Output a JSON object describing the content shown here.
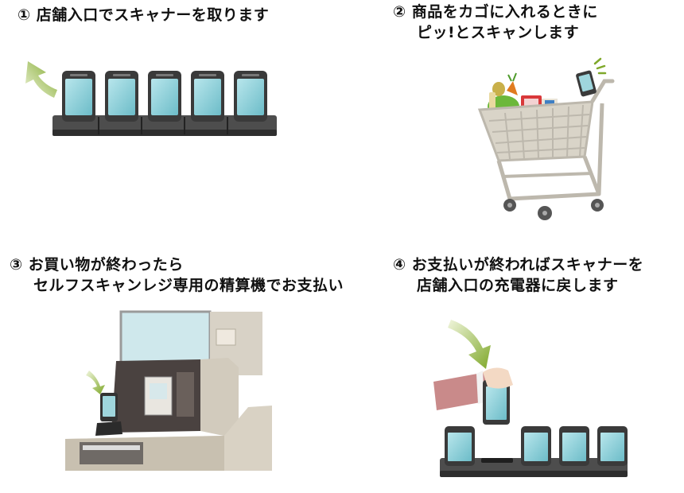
{
  "steps": [
    {
      "number": "①",
      "lines": [
        "店舗入口でスキャナーを取ります"
      ]
    },
    {
      "number": "②",
      "lines": [
        "商品をカゴに入れるときに",
        "ピッ!とスキャンします"
      ]
    },
    {
      "number": "③",
      "lines": [
        "お買い物が終わったら",
        "セルフスキャンレジ専用の精算機でお支払い"
      ]
    },
    {
      "number": "④",
      "lines": [
        "お支払いが終わればスキャナーを",
        "店舗入口の充電器に戻します"
      ]
    }
  ],
  "colors": {
    "arrow_light": "#d9e6a8",
    "arrow_dark": "#7fa82a",
    "scanner_body": "#3c3c3c",
    "scanner_screen": "#8fd0d8",
    "cradle": "#555555"
  }
}
